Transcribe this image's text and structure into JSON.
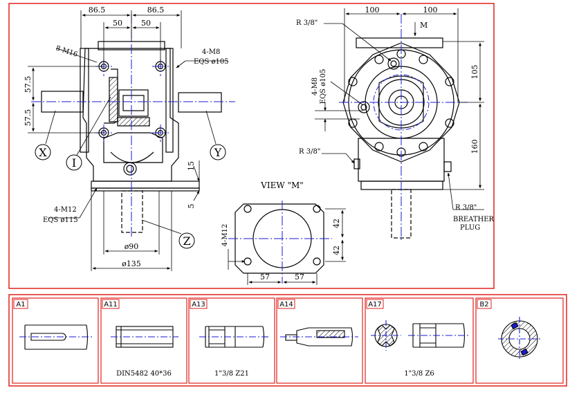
{
  "colors": {
    "frame": "#e0201c",
    "line": "#000000",
    "center": "#1a1ad0",
    "hatch": "#000000"
  },
  "front": {
    "dims": {
      "half_w_left": "86.5",
      "half_w_right": "86.5",
      "bolt_left": "50",
      "bolt_right": "50",
      "h_upper": "57.5",
      "h_lower": "57.5",
      "flange_t": "15",
      "flange_b": "5",
      "dia_90": "ø90",
      "dia_135": "ø135"
    },
    "notes": {
      "holes_m16": "8-M16",
      "holes_m8": "4-M8",
      "eqs_105": "EQS ø105",
      "holes_m12": "4-M12",
      "eqs_115": "EQS ø115"
    },
    "shafts": {
      "x": "X",
      "y": "Y",
      "i": "I",
      "z": "Z"
    }
  },
  "side": {
    "dims": {
      "half_l": "100",
      "half_r": "100",
      "h_top": "105",
      "h_bot": "160"
    },
    "notes": {
      "plug_top": "R 3/8\"",
      "plug_left": "R 3/8\"",
      "plug_right": "R 3/8\"",
      "m8": "4-M8",
      "eqs": "EQS ø105",
      "arrow_m": "M",
      "breather_1": "BREATHER",
      "breather_2": "PLUG"
    }
  },
  "view_m": {
    "title": "VIEW \"M\"",
    "dims": {
      "a": "42",
      "b": "42",
      "c": "57",
      "d": "57"
    },
    "note": "4-M12"
  },
  "options": [
    {
      "code": "A1",
      "caption": ""
    },
    {
      "code": "A11",
      "caption": "DIN5482 40*36"
    },
    {
      "code": "A13",
      "caption": "1\"3/8 Z21"
    },
    {
      "code": "A14",
      "caption": ""
    },
    {
      "code": "A17",
      "caption": "1\"3/8 Z6"
    },
    {
      "code": "B2",
      "caption": ""
    }
  ]
}
